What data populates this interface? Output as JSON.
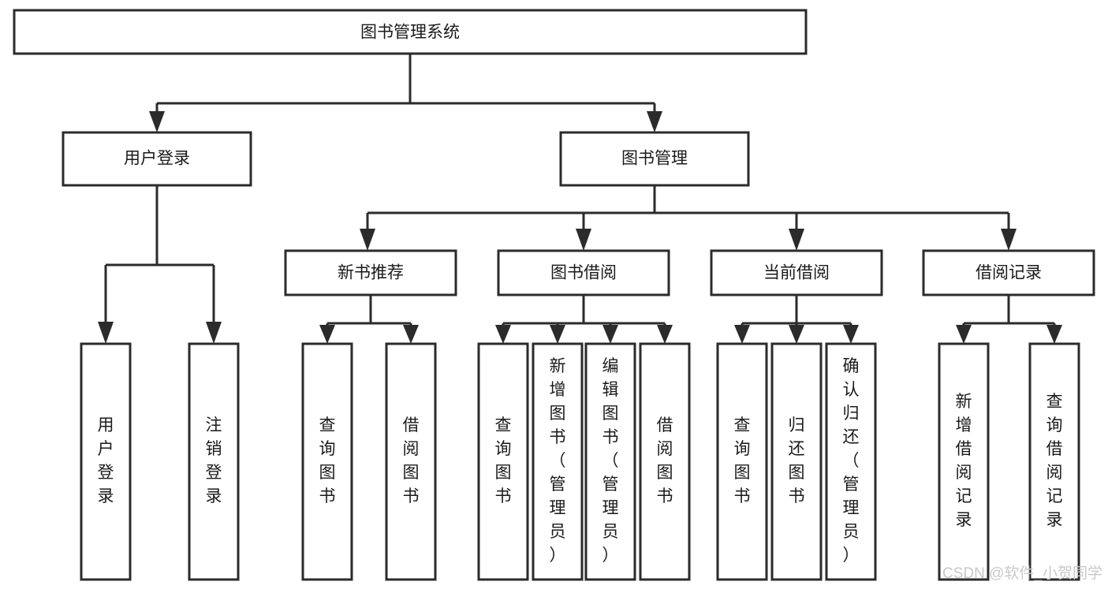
{
  "diagram": {
    "title": "图书管理系统",
    "type": "tree-hierarchy-chart",
    "root": {
      "id": "root",
      "label": "图书管理系统",
      "orientation": "horizontal"
    },
    "level1": [
      {
        "id": "user-login",
        "label": "用户登录",
        "orientation": "horizontal"
      },
      {
        "id": "book-manage",
        "label": "图书管理",
        "orientation": "horizontal"
      }
    ],
    "level2": [
      {
        "id": "new-book-recommend",
        "label": "新书推荐",
        "orientation": "horizontal",
        "parent": "book-manage"
      },
      {
        "id": "book-borrow",
        "label": "图书借阅",
        "orientation": "horizontal",
        "parent": "book-manage"
      },
      {
        "id": "current-borrow",
        "label": "当前借阅",
        "orientation": "horizontal",
        "parent": "book-manage"
      },
      {
        "id": "borrow-record",
        "label": "借阅记录",
        "orientation": "horizontal",
        "parent": "book-manage"
      }
    ],
    "leaves": [
      {
        "id": "leaf-user-login",
        "label": "用户登录",
        "orientation": "vertical",
        "parent": "user-login"
      },
      {
        "id": "leaf-user-logout",
        "label": "注销登录",
        "orientation": "vertical",
        "parent": "user-login"
      },
      {
        "id": "leaf-query-book-1",
        "label": "查询图书",
        "orientation": "vertical",
        "parent": "new-book-recommend"
      },
      {
        "id": "leaf-borrow-book-1",
        "label": "借阅图书",
        "orientation": "vertical",
        "parent": "new-book-recommend"
      },
      {
        "id": "leaf-query-book-2",
        "label": "查询图书",
        "orientation": "vertical",
        "parent": "book-borrow"
      },
      {
        "id": "leaf-add-book",
        "label": "新增图书（管理员）",
        "orientation": "vertical",
        "parent": "book-borrow"
      },
      {
        "id": "leaf-edit-book",
        "label": "编辑图书（管理员）",
        "orientation": "vertical",
        "parent": "book-borrow"
      },
      {
        "id": "leaf-borrow-book-2",
        "label": "借阅图书",
        "orientation": "vertical",
        "parent": "book-borrow"
      },
      {
        "id": "leaf-query-book-3",
        "label": "查询图书",
        "orientation": "vertical",
        "parent": "current-borrow"
      },
      {
        "id": "leaf-return-book",
        "label": "归还图书",
        "orientation": "vertical",
        "parent": "current-borrow"
      },
      {
        "id": "leaf-confirm-return",
        "label": "确认归还（管理员）",
        "orientation": "vertical",
        "parent": "current-borrow"
      },
      {
        "id": "leaf-add-record",
        "label": "新增借阅记录",
        "orientation": "vertical",
        "parent": "borrow-record"
      },
      {
        "id": "leaf-query-record",
        "label": "查询借阅记录",
        "orientation": "vertical",
        "parent": "borrow-record"
      }
    ],
    "colors": {
      "box_fill": "#ffffff",
      "box_stroke": "#2b2b2b",
      "text": "#1a1a1a",
      "connector": "#2b2b2b",
      "background": "#ffffff",
      "watermark": "#c9c9c9"
    }
  },
  "watermark": {
    "text": "CSDN @软件_小贺同学"
  }
}
